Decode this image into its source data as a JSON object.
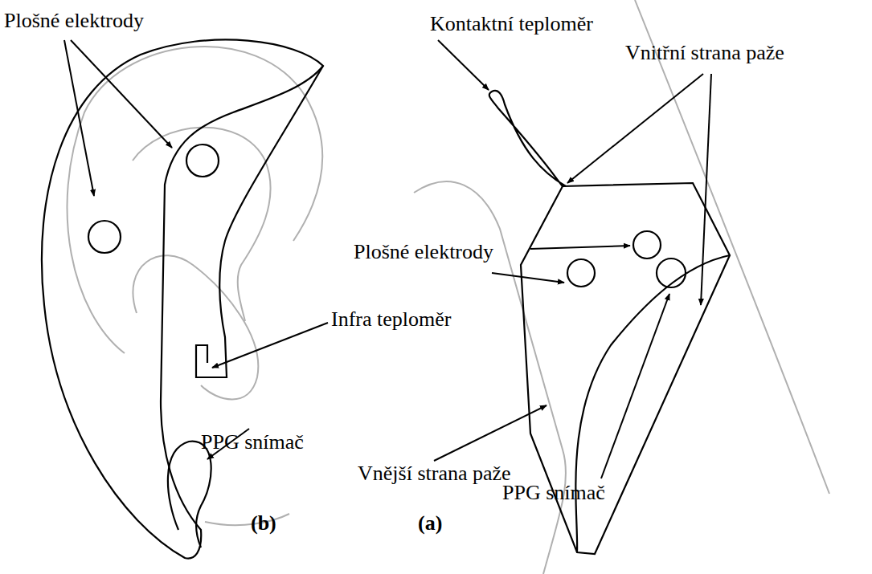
{
  "diagram": {
    "labels": [
      "Plošné elektrody",
      "Kontaktní teploměr",
      "Vnitřní strana paže",
      "Plošné elektrody",
      "Infra teploměr",
      "PPG snímač",
      "Vnější strana paže",
      "PPG snímač",
      "(b)",
      "(a)"
    ]
  }
}
